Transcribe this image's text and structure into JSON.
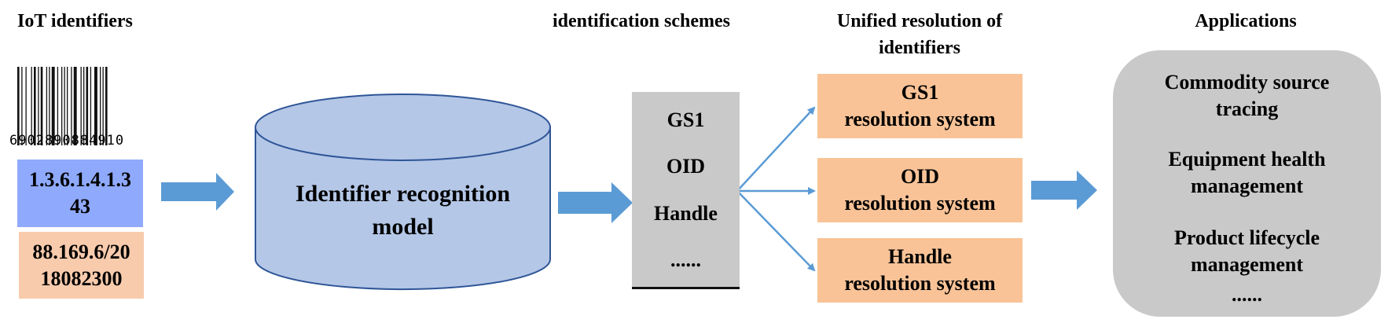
{
  "headings": {
    "iot_identifiers": "IoT identifiers",
    "identification_schemes": "identification schemes",
    "unified_resolution_line1": "Unified resolution of",
    "unified_resolution_line2": "identifiers",
    "applications": "Applications"
  },
  "identifiers": {
    "barcode_digits": "6902890884910",
    "oid": {
      "line1": "1.3.6.1.4.1.3",
      "line2": "43",
      "color": "#8faafc"
    },
    "handle": {
      "line1": "88.169.6/20",
      "line2": "18082300",
      "color": "#f8cbad"
    }
  },
  "model": {
    "line1": "Identifier recognition",
    "line2": "model",
    "fill": "#b4c7e7",
    "stroke": "#2f5597"
  },
  "schemes": {
    "items": [
      "GS1",
      "OID",
      "Handle",
      "......"
    ],
    "color": "#c9c9c9"
  },
  "resolution_systems": [
    {
      "line1": "GS1",
      "line2": "resolution system"
    },
    {
      "line1": "OID",
      "line2": "resolution system"
    },
    {
      "line1": "Handle",
      "line2": "resolution system"
    }
  ],
  "applications": {
    "items": [
      {
        "line1": "Commodity source",
        "line2": "tracing"
      },
      {
        "line1": "Equipment health",
        "line2": "management"
      },
      {
        "line1": "Product lifecycle",
        "line2": "management"
      }
    ],
    "ellipsis": "......"
  },
  "colors": {
    "arrow": "#5b9bd5",
    "resolution_box": "#f9c397"
  }
}
